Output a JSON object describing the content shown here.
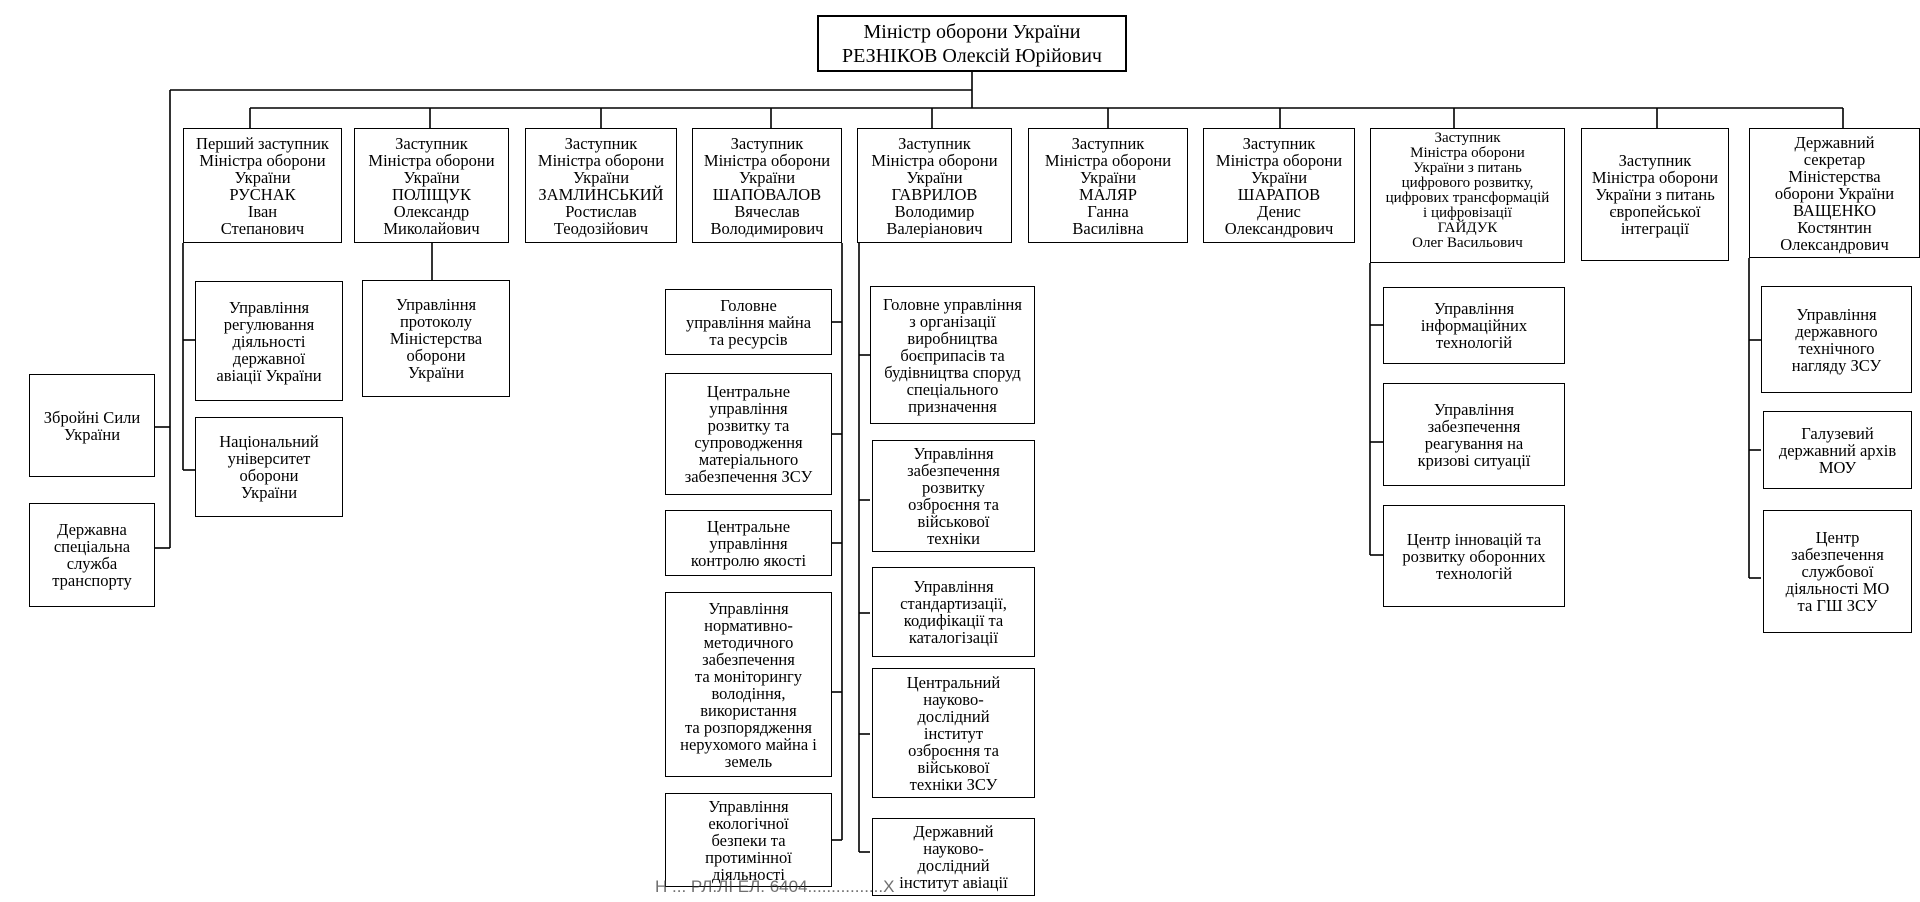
{
  "chart": {
    "minister": "Міністр оборони України\nРЕЗНІКОВ Олексій Юрійович",
    "deputies": {
      "ruschak": "Перший заступник\nМіністра оборони\nУкраїни\nРУСНАК\nІван\nСтепанович",
      "polishchuk": "Заступник\nМіністра оборони\nУкраїни\nПОЛІЩУК\nОлександр\nМиколайович",
      "zamlynskyi": "Заступник\nМіністра оборони\nУкраїни\nЗАМЛИНСЬКИЙ\nРостислав\nТеодозійович",
      "shapovalov": "Заступник\nМіністра оборони\nУкраїни\nШАПОВАЛОВ\nВячеслав\nВолодимирович",
      "havrylov": "Заступник\nМіністра оборони\nУкраїни\nГАВРИЛОВ\nВолодимир\nВалеріанович",
      "maliar": "Заступник\nМіністра оборони\nУкраїни\nМАЛЯР\nГанна\nВасилівна",
      "sharapov": "Заступник\nМіністра оборони\nУкраїни\nШАРАПОВ\nДенис\nОлександрович",
      "haiduk": "Заступник\nМіністра оборони\nУкраїни з питань\nцифрового розвитку,\nцифрових трансформацій\nі цифровізації\nГАЙДУК\nОлег Васильович",
      "euro": "Заступник\nМіністра оборони\nУкраїни з питань\nєвропейської\nінтеграції",
      "vashchenko": "Державний\nсекретар\nМіністерства\nоборони України\nВАЩЕНКО\nКостянтин\nОлександрович"
    },
    "direct": {
      "zsu": "Збройні Сили\nУкраїни",
      "transport": "Державна\nспеціальна\nслужба\nтранспорту"
    },
    "ruschak_units": [
      "Управління\nрегулювання\nдіяльності\nдержавної\nавіації України",
      "Національний\nуніверситет\nоборони\nУкраїни"
    ],
    "polishchuk_units": [
      "Управління\nпротоколу\nМіністерства\nоборони\nУкраїни"
    ],
    "shapovalov_units": [
      "Головне\nуправління майна\nта ресурсів",
      "Центральне\nуправління\nрозвитку та\nсупроводження\nматеріального\nзабезпечення ЗСУ",
      "Центральне\nуправління\nконтролю якості",
      "Управління\nнормативно-\nметодичного\nзабезпечення\nта моніторингу\nволодіння,\nвикористання\nта розпорядження\nнерухомого майна і\nземель",
      "Управління\nекологічної\nбезпеки та\nпротимінної\nдіяльності"
    ],
    "havrylov_units": [
      "Головне управління\nз організації\nвиробництва\nбоєприпасів та\nбудівництва споруд\nспеціального\nпризначення",
      "Управління\nзабезпечення\nрозвитку\nозброєння та\nвійськової\nтехніки",
      "Управління\nстандартизації,\nкодифікації та\nкаталогізації",
      "Центральний\nнауково-\nдослідний\nінститут\nозброєння та\nвійськової\nтехніки ЗСУ",
      "Державний\nнауково-\nдослідний\nінститут авіації"
    ],
    "haiduk_units": [
      "Управління\nінформаційних\nтехнологій",
      "Управління\nзабезпечення\nреагування на\nкризові ситуації",
      "Центр інновацій та\nрозвитку оборонних\nтехнологій"
    ],
    "vashchenko_units": [
      "Управління\nдержавного\nтехнічного\nнагляду ЗСУ",
      "Галузевий\nдержавний архів\nМОУ",
      "Центр\nзабезпечення\nслужбової\nдіяльності МО\nта ГШ ЗСУ"
    ]
  },
  "footer": {
    "text": "Н ... РЛ.ЛІ ЕЛ. 6404................Х"
  }
}
